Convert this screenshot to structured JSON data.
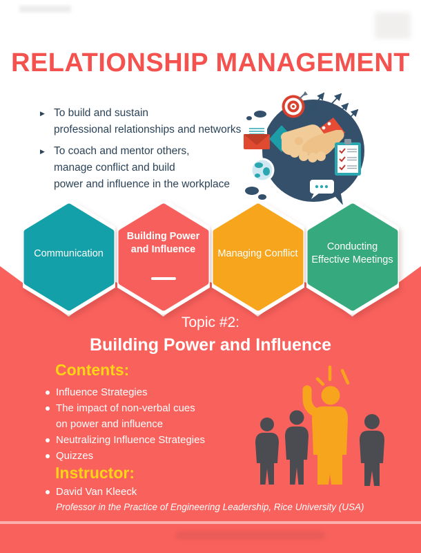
{
  "page": {
    "title": "RELATIONSHIP MANAGEMENT"
  },
  "intro": {
    "bullets": [
      {
        "lines": [
          "To build and sustain",
          "professional relationships and networks"
        ]
      },
      {
        "lines": [
          "To coach and mentor others,",
          "manage conflict and build",
          "power and influence in the workplace"
        ]
      }
    ]
  },
  "hexagons": [
    {
      "label": "Communication",
      "lines": [
        "Communication"
      ],
      "color": "#14a0a9",
      "active": false
    },
    {
      "label": "Building Power and Influence",
      "lines": [
        "Building Power",
        "and Influence"
      ],
      "color": "#f75f5d",
      "active": true
    },
    {
      "label": "Managing Conflict",
      "lines": [
        "Managing Conflict"
      ],
      "color": "#f7a51c",
      "active": false
    },
    {
      "label": "Conducting Effective Meetings",
      "lines": [
        "Conducting",
        "Effective Meetings"
      ],
      "color": "#36a97e",
      "active": false
    }
  ],
  "topic": {
    "kicker": "Topic #2:",
    "title": "Building Power and Influence"
  },
  "contents": {
    "heading": "Contents:",
    "items": [
      {
        "lines": [
          "Influence Strategies"
        ]
      },
      {
        "lines": [
          "The impact of non-verbal cues",
          "on power and influence"
        ]
      },
      {
        "lines": [
          "Neutralizing Influence Strategies"
        ]
      },
      {
        "lines": [
          "Quizzes"
        ]
      }
    ]
  },
  "instructor": {
    "heading": "Instructor:",
    "name": "David Van Kleeck",
    "title_line": "Professor in the Practice of Engineering Leadership, Rice University (USA)"
  },
  "colors": {
    "title_red": "#f4524e",
    "background_red": "#f9615c",
    "teal": "#14a0a9",
    "coral": "#f75f5d",
    "orange": "#f7a51c",
    "green": "#36a97e",
    "heading_yellow": "#ffd417",
    "body_navy": "#2b4257",
    "circle_navy": "#34506b",
    "figure_gray": "#4b4b52",
    "figure_orange": "#f8a51e"
  }
}
